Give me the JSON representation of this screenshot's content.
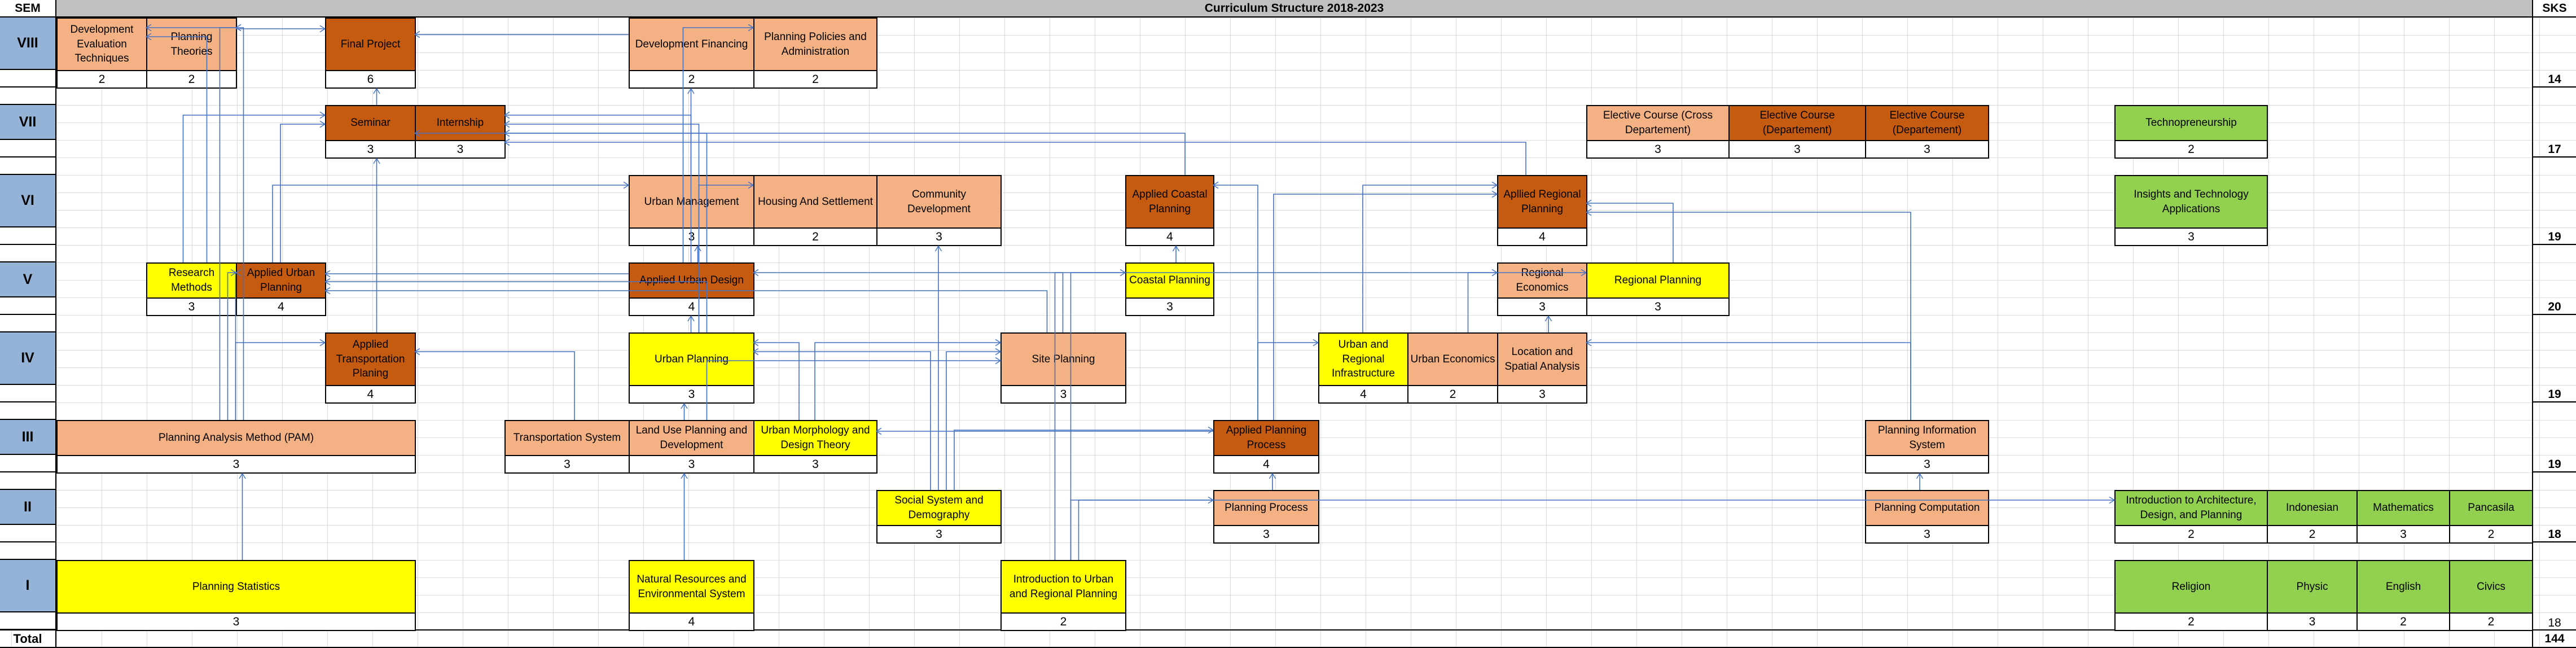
{
  "title": "Curriculum Structure 2018-2023",
  "sem_header": "SEM",
  "sks_header": "SKS",
  "total_label": "Total",
  "total_sks": "144",
  "colors": {
    "semester_label": "#95b3d7",
    "core_light": "#f4b183",
    "core_dark": "#c55a11",
    "foundation": "#ffff00",
    "general": "#92d050",
    "arrow": "#4472c4"
  },
  "semesters": [
    {
      "label": "VIII",
      "sks": "14"
    },
    {
      "label": "VII",
      "sks": "17"
    },
    {
      "label": "VI",
      "sks": "19"
    },
    {
      "label": "V",
      "sks": "20"
    },
    {
      "label": "IV",
      "sks": "19"
    },
    {
      "label": "III",
      "sks": "19"
    },
    {
      "label": "II",
      "sks": "18"
    },
    {
      "label": "I",
      "sks": "18"
    }
  ],
  "courses": [
    {
      "id": "det",
      "name": "Development Evaluation Techniques",
      "credits": "2",
      "semester": "VIII",
      "type": "core_light"
    },
    {
      "id": "pt",
      "name": "Planning Theories",
      "credits": "2",
      "semester": "VIII",
      "type": "core_light"
    },
    {
      "id": "fp",
      "name": "Final Project",
      "credits": "6",
      "semester": "VIII",
      "type": "core_dark"
    },
    {
      "id": "df",
      "name": "Development Financing",
      "credits": "2",
      "semester": "VIII",
      "type": "core_light"
    },
    {
      "id": "ppa",
      "name": "Planning Policies and Administration",
      "credits": "2",
      "semester": "VIII",
      "type": "core_light"
    },
    {
      "id": "sem",
      "name": "Seminar",
      "credits": "3",
      "semester": "VII",
      "type": "core_dark"
    },
    {
      "id": "int",
      "name": "Internship",
      "credits": "3",
      "semester": "VII",
      "type": "core_dark"
    },
    {
      "id": "ecc",
      "name": "Elective Course (Cross Departement)",
      "credits": "3",
      "semester": "VII",
      "type": "core_light"
    },
    {
      "id": "ecd1",
      "name": "Elective Course (Departement)",
      "credits": "3",
      "semester": "VII",
      "type": "core_dark"
    },
    {
      "id": "ecd2",
      "name": "Elective Course (Departement)",
      "credits": "3",
      "semester": "VII",
      "type": "core_dark"
    },
    {
      "id": "tech",
      "name": "Technopreneurship",
      "credits": "2",
      "semester": "VII",
      "type": "general"
    },
    {
      "id": "um",
      "name": "Urban Management",
      "credits": "3",
      "semester": "VI",
      "type": "core_light"
    },
    {
      "id": "hs",
      "name": "Housing And Settlement",
      "credits": "2",
      "semester": "VI",
      "type": "core_light"
    },
    {
      "id": "cd",
      "name": "Community Development",
      "credits": "3",
      "semester": "VI",
      "type": "core_light"
    },
    {
      "id": "acp",
      "name": "Applied Coastal Planning",
      "credits": "4",
      "semester": "VI",
      "type": "core_dark"
    },
    {
      "id": "arp",
      "name": "Apllied Regional Planning",
      "credits": "4",
      "semester": "VI",
      "type": "core_dark"
    },
    {
      "id": "ita",
      "name": "Insights and Technology Applications",
      "credits": "3",
      "semester": "VI",
      "type": "general"
    },
    {
      "id": "rm",
      "name": "Research Methods",
      "credits": "3",
      "semester": "V",
      "type": "foundation"
    },
    {
      "id": "aup",
      "name": "Applied Urban Planning",
      "credits": "4",
      "semester": "V",
      "type": "core_dark"
    },
    {
      "id": "aud",
      "name": "Applied Urban Design",
      "credits": "4",
      "semester": "V",
      "type": "core_dark"
    },
    {
      "id": "cp",
      "name": "Coastal Planning",
      "credits": "3",
      "semester": "V",
      "type": "foundation"
    },
    {
      "id": "re",
      "name": "Regional Economics",
      "credits": "3",
      "semester": "V",
      "type": "core_light"
    },
    {
      "id": "rp",
      "name": "Regional Planning",
      "credits": "3",
      "semester": "V",
      "type": "foundation"
    },
    {
      "id": "atp",
      "name": "Applied Transportation Planing",
      "credits": "4",
      "semester": "IV",
      "type": "core_dark"
    },
    {
      "id": "up",
      "name": "Urban Planning",
      "credits": "3",
      "semester": "IV",
      "type": "foundation"
    },
    {
      "id": "sp",
      "name": "Site Planning",
      "credits": "3",
      "semester": "IV",
      "type": "core_light"
    },
    {
      "id": "uri",
      "name": "Urban and Regional Infrastructure",
      "credits": "4",
      "semester": "IV",
      "type": "foundation"
    },
    {
      "id": "ue",
      "name": "Urban Economics",
      "credits": "2",
      "semester": "IV",
      "type": "core_light"
    },
    {
      "id": "lsa",
      "name": "Location and Spatial Analysis",
      "credits": "3",
      "semester": "IV",
      "type": "core_light"
    },
    {
      "id": "pam",
      "name": "Planning Analysis Method (PAM)",
      "credits": "3",
      "semester": "III",
      "type": "core_light"
    },
    {
      "id": "ts",
      "name": "Transportation System",
      "credits": "3",
      "semester": "III",
      "type": "core_light"
    },
    {
      "id": "lup",
      "name": "Land Use Planning and Development",
      "credits": "3",
      "semester": "III",
      "type": "core_light"
    },
    {
      "id": "umd",
      "name": "Urban Morphology and Design Theory",
      "credits": "3",
      "semester": "III",
      "type": "foundation"
    },
    {
      "id": "app",
      "name": "Applied Planning Process",
      "credits": "4",
      "semester": "III",
      "type": "core_dark"
    },
    {
      "id": "pis",
      "name": "Planning Information System",
      "credits": "3",
      "semester": "III",
      "type": "core_light"
    },
    {
      "id": "ssd",
      "name": "Social System and Demography",
      "credits": "3",
      "semester": "II",
      "type": "foundation"
    },
    {
      "id": "pp",
      "name": "Planning Process",
      "credits": "3",
      "semester": "II",
      "type": "core_light"
    },
    {
      "id": "pc",
      "name": "Planning Computation",
      "credits": "3",
      "semester": "II",
      "type": "core_light"
    },
    {
      "id": "iadp",
      "name": "Introduction to Architecture, Design, and Planning",
      "credits": "2",
      "semester": "II",
      "type": "general"
    },
    {
      "id": "ind",
      "name": "Indonesian",
      "credits": "2",
      "semester": "II",
      "type": "general"
    },
    {
      "id": "math",
      "name": "Mathematics",
      "credits": "3",
      "semester": "II",
      "type": "general"
    },
    {
      "id": "pan",
      "name": "Pancasila",
      "credits": "2",
      "semester": "II",
      "type": "general"
    },
    {
      "id": "ps",
      "name": "Planning Statistics",
      "credits": "3",
      "semester": "I",
      "type": "foundation"
    },
    {
      "id": "nre",
      "name": "Natural Resources and Environmental System",
      "credits": "4",
      "semester": "I",
      "type": "foundation"
    },
    {
      "id": "iurp",
      "name": "Introduction to Urban and Regional Planning",
      "credits": "2",
      "semester": "I",
      "type": "foundation"
    },
    {
      "id": "rel",
      "name": "Religion",
      "credits": "2",
      "semester": "I",
      "type": "general"
    },
    {
      "id": "phy",
      "name": "Physic",
      "credits": "3",
      "semester": "I",
      "type": "general"
    },
    {
      "id": "eng",
      "name": "English",
      "credits": "2",
      "semester": "I",
      "type": "general"
    },
    {
      "id": "civ",
      "name": "Civics",
      "credits": "2",
      "semester": "I",
      "type": "general"
    }
  ],
  "prerequisites": [
    [
      "pt",
      "fp"
    ],
    [
      "df",
      "fp"
    ],
    [
      "sem",
      "fp"
    ],
    [
      "pam",
      "det"
    ],
    [
      "rm",
      "det"
    ],
    [
      "pam",
      "pt"
    ],
    [
      "rm",
      "sem"
    ],
    [
      "aup",
      "sem"
    ],
    [
      "atp",
      "sem"
    ],
    [
      "aud",
      "sem"
    ],
    [
      "um",
      "df"
    ],
    [
      "aud",
      "ppa"
    ],
    [
      "aud",
      "int"
    ],
    [
      "up",
      "int"
    ],
    [
      "acp",
      "int"
    ],
    [
      "arp",
      "int"
    ],
    [
      "aup",
      "um"
    ],
    [
      "aud",
      "um"
    ],
    [
      "up",
      "hs"
    ],
    [
      "ssd",
      "cd"
    ],
    [
      "cp",
      "acp"
    ],
    [
      "app",
      "acp"
    ],
    [
      "uri",
      "arp"
    ],
    [
      "app",
      "arp"
    ],
    [
      "rp",
      "arp"
    ],
    [
      "pis",
      "arp"
    ],
    [
      "pam",
      "rm"
    ],
    [
      "pam",
      "aup"
    ],
    [
      "aud",
      "aup"
    ],
    [
      "up",
      "aup"
    ],
    [
      "sp",
      "aup"
    ],
    [
      "up",
      "aud"
    ],
    [
      "sp",
      "aud"
    ],
    [
      "iurp",
      "cp"
    ],
    [
      "ue",
      "re"
    ],
    [
      "lsa",
      "re"
    ],
    [
      "iurp",
      "rp"
    ],
    [
      "pam",
      "atp"
    ],
    [
      "ts",
      "atp"
    ],
    [
      "lup",
      "up"
    ],
    [
      "umd",
      "up"
    ],
    [
      "ssd",
      "up"
    ],
    [
      "umd",
      "sp"
    ],
    [
      "ssd",
      "sp"
    ],
    [
      "lup",
      "sp"
    ],
    [
      "pis",
      "lsa"
    ],
    [
      "app",
      "uri"
    ],
    [
      "ps",
      "pam"
    ],
    [
      "nre",
      "lup"
    ],
    [
      "ssd",
      "app"
    ],
    [
      "pp",
      "app"
    ],
    [
      "pc",
      "pis"
    ],
    [
      "app",
      "umd"
    ],
    [
      "iurp",
      "pp"
    ],
    [
      "iurp",
      "iadp"
    ]
  ]
}
